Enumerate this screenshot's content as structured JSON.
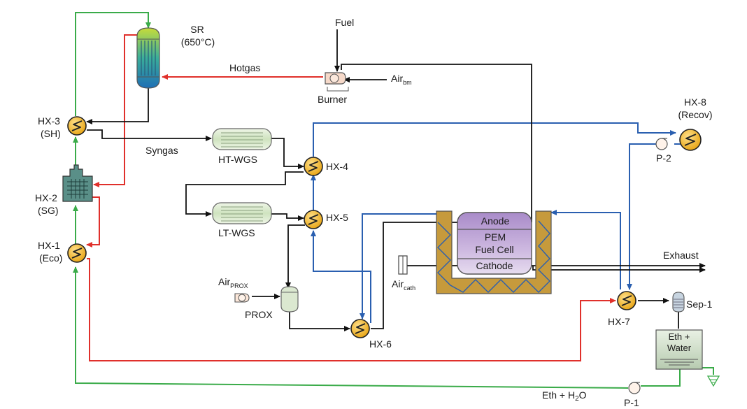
{
  "labels": {
    "sr_name": "SR",
    "sr_temp": "(650°C)",
    "fuel": "Fuel",
    "hotgas": "Hotgas",
    "air_bm_main": "Air",
    "air_bm_sub": "bm",
    "burner": "Burner",
    "hx3_name": "HX-3",
    "hx3_role": "(SH)",
    "syngas": "Syngas",
    "ht_wgs": "HT-WGS",
    "hx4": "HX-4",
    "hx8_name": "HX-8",
    "hx8_role": "(Recov)",
    "p2": "P-2",
    "hx2_name": "HX-2",
    "hx2_role": "(SG)",
    "lt_wgs": "LT-WGS",
    "hx5": "HX-5",
    "hx1_name": "HX-1",
    "hx1_role": "(Eco)",
    "anode": "Anode",
    "pem": "PEM",
    "fuel_cell": "Fuel Cell",
    "cathode": "Cathode",
    "exhaust": "Exhaust",
    "air_cath_main": "Air",
    "air_cath_sub": "cath",
    "air_prox_main": "Air",
    "air_prox_sub": "PROX",
    "prox": "PROX",
    "hx7": "HX-7",
    "sep1": "Sep-1",
    "hx6": "HX-6",
    "eth_water_1": "Eth +",
    "eth_water_2": "Water",
    "eth_h2o_main": "Eth + H",
    "eth_h2o_sub": "2",
    "eth_h2o_end": "O",
    "p1": "P-1"
  },
  "colors": {
    "hot_stream": "#e0302b",
    "water_stream": "#3aab49",
    "cooling_stream": "#2a5fb0",
    "process_stream": "#111111",
    "hx_fill": "#f2b21e",
    "reactor_fill": "#d8ead0",
    "fuel_cell_fill": "#c8b2dc",
    "jacket_fill": "#c69a3c",
    "sr_top": "#b6d642",
    "sr_mid": "#2aa3a9",
    "sr_bottom": "#1f6fb5"
  },
  "icons": [
    "heat-exchanger-icon",
    "pump-icon",
    "blower-icon",
    "reactor-icon",
    "separator-icon",
    "tank-icon",
    "ground-icon",
    "steam-reformer-icon",
    "steam-generator-icon",
    "fuel-cell-icon"
  ]
}
